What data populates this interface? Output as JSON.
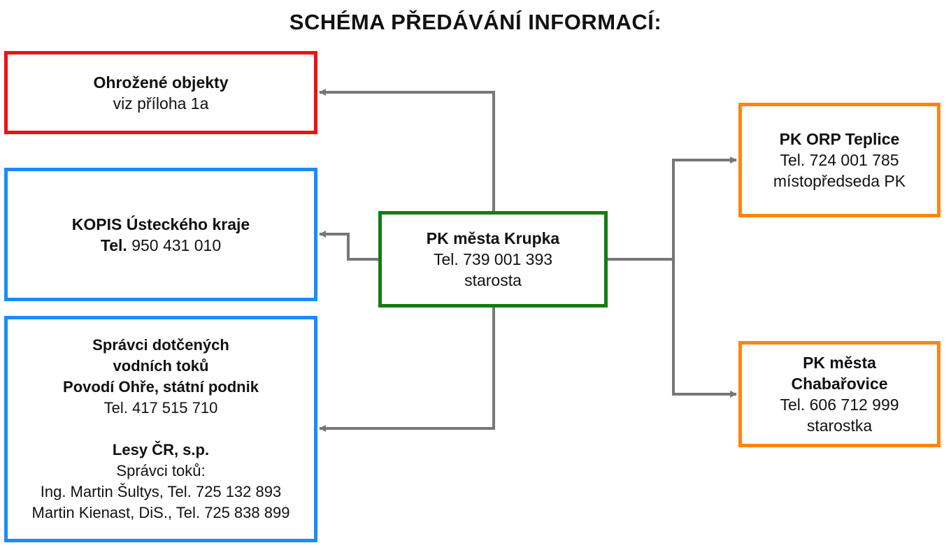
{
  "title": "SCHÉMA PŘEDÁVÁNÍ INFORMACÍ:",
  "colors": {
    "threatened_border": "#ee1111",
    "authority_border": "#1a8cff",
    "center_border": "#117d11",
    "partner_border": "#ff8510",
    "connector": "#777777"
  },
  "center": {
    "name": "PK města Krupka",
    "phone": "Tel. 739 001 393",
    "role": "starosta"
  },
  "threatened": {
    "name": "Ohrožené objekty",
    "note": "viz příloha 1a"
  },
  "kopis": {
    "name": "KOPIS Ústeckého kraje",
    "phone_label": "Tel.",
    "phone": "950 431 010"
  },
  "water": {
    "heading_line1": "Správci dotčených",
    "heading_line2": "vodních toků",
    "heading_line3": "Povodí Ohře, státní podnik",
    "povodi_phone": "Tel. 417 515 710",
    "lesy_name": "Lesy ČR, s.p.",
    "lesy_subtitle": "Správci toků:",
    "contact1": "Ing. Martin Šultys, Tel. 725 132 893",
    "contact2": "Martin Kienast, DiS., Tel. 725 838 899"
  },
  "teplice": {
    "name": "PK ORP Teplice",
    "phone": "Tel. 724 001 785",
    "role": "místopředseda PK"
  },
  "chabarovice": {
    "name_line1": "PK města",
    "name_line2": "Chabařovice",
    "phone": "Tel. 606 712 999",
    "role": "starostka"
  }
}
